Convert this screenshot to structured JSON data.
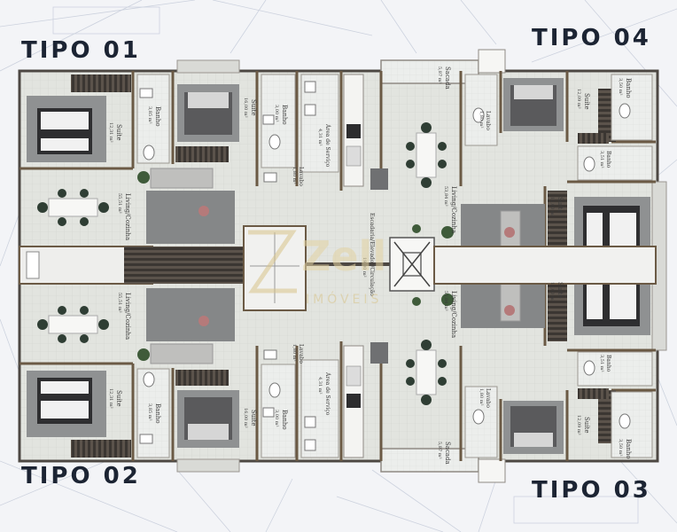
{
  "type_labels": {
    "tl": "TIPO 01",
    "tr": "TIPO 04",
    "bl": "TIPO 02",
    "br": "TIPO 03"
  },
  "watermark": {
    "brand": "Zell",
    "sub": "IMÓVEIS"
  },
  "rooms": {
    "t1_suite_a": "Suíte",
    "t1_suite_a_area": "12,31 m²",
    "t1_banho_a": "Banho",
    "t1_banho_a_area": "3,85 m²",
    "t1_suite_b": "Suíte",
    "t1_suite_b_area": "16,00 m²",
    "t1_banho_b": "Banho",
    "t1_banho_b_area": "3,00 m²",
    "t1_lavabo": "Lavabo",
    "t1_lavabo_area": "1,80 m²",
    "t1_area_servico": "Área de Serviço",
    "t1_area_servico_area": "4,31 m²",
    "t1_living": "Living/Cozinha",
    "t1_living_area": "55,51 m²",
    "t2_living": "Living/Cozinha",
    "t2_living_area": "55,51 m²",
    "t2_lavabo": "Lavabo",
    "t2_lavabo_area": "1,80 m²",
    "t2_area_servico": "Área de Serviço",
    "t2_area_servico_area": "4,31 m²",
    "t2_suite_a": "Suíte",
    "t2_suite_a_area": "12,31 m²",
    "t2_banho_a": "Banho",
    "t2_banho_a_area": "3,85 m²",
    "t2_suite_b": "Suíte",
    "t2_suite_b_area": "16,00 m²",
    "t2_banho_b": "Banho",
    "t2_banho_b_area": "3,00 m²",
    "circ": "Escadaria/Elevador/Circulação",
    "circ_area": "19,00 m²",
    "t4_sacada": "Sacada",
    "t4_sacada_area": "5,87 m²",
    "t4_suite": "Suíte",
    "t4_suite_area": "12,09 m²",
    "t4_banho": "Banho",
    "t4_banho_area": "3,50 m²",
    "t4_lavabo": "Lavabo",
    "t4_lavabo_area": "1,80 m²",
    "t4_banho2": "Banho",
    "t4_banho2_area": "3,51 m²",
    "t4_suite2": "Suíte",
    "t4_suite2_area": "12,00 m²",
    "t4_living": "Living/Cozinha",
    "t4_living_area": "53,84 m²",
    "t3_living": "Living/Cozinha",
    "t3_living_area": "53,84 m²",
    "t3_suite2": "Suíte",
    "t3_suite2_area": "12,00 m²",
    "t3_banho2": "Banho",
    "t3_banho2_area": "3,51 m²",
    "t3_lavabo": "Lavabo",
    "t3_lavabo_area": "1,80 m²",
    "t3_suite": "Suíte",
    "t3_suite_area": "12,09 m²",
    "t3_banho": "Banho",
    "t3_banho_area": "3,50 m²",
    "t3_sacada": "Sacada",
    "t3_sacada_area": "5,87 m²"
  }
}
